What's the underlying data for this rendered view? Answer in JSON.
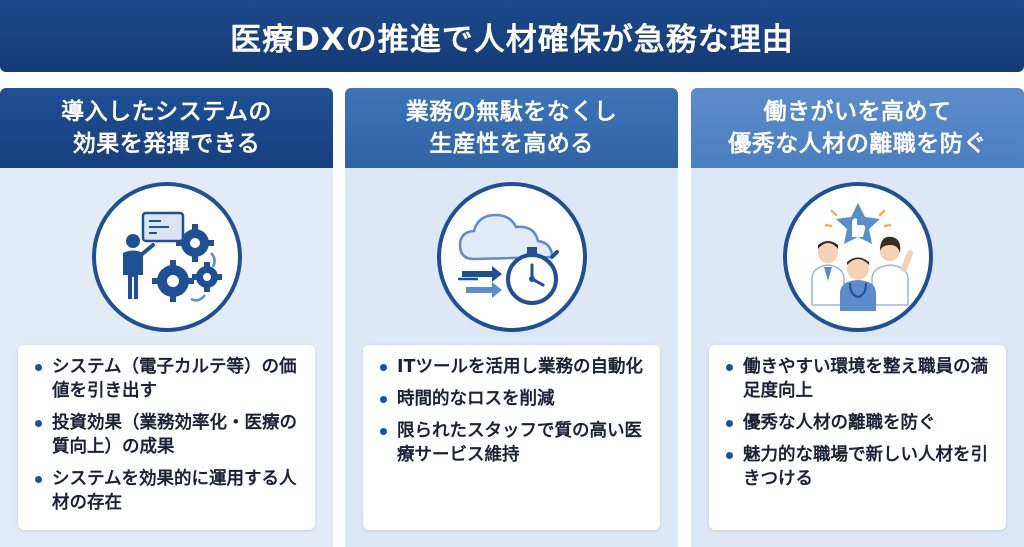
{
  "title": "医療DXの推進で人材確保が急務な理由",
  "columns": [
    {
      "heading_lines": [
        "導入したシステムの",
        "効果を発揮できる"
      ],
      "icon": "person-gears-icon",
      "bullets": [
        "システム（電子カルテ等）の価値を引き出す",
        "投資効果（業務効率化・医療の質向上）の成果",
        "システムを効果的に運用する人材の存在"
      ]
    },
    {
      "heading_lines": [
        "業務の無駄をなくし",
        "生産性を高める"
      ],
      "icon": "cloud-stopwatch-icon",
      "bullets": [
        "ITツールを活用し業務の自動化",
        "時間的なロスを削減",
        "限られたスタッフで質の高い医療サービス維持"
      ]
    },
    {
      "heading_lines": [
        "働きがいを高めて",
        "優秀な人材の離職を防ぐ"
      ],
      "icon": "medical-staff-star-icon",
      "bullets": [
        "働きやすい環境を整え職員の満足度向上",
        "優秀な人材の離職を防ぐ",
        "魅力的な職場で新しい人材を引きつける"
      ]
    }
  ],
  "colors": {
    "banner": "#1d4a8c",
    "header_dark": "#1f4f95",
    "header_mid": "#3d74b8",
    "header_light": "#5b8dcc",
    "panel_bg": "#e3ebf7",
    "bullet": "#1f4f95"
  }
}
